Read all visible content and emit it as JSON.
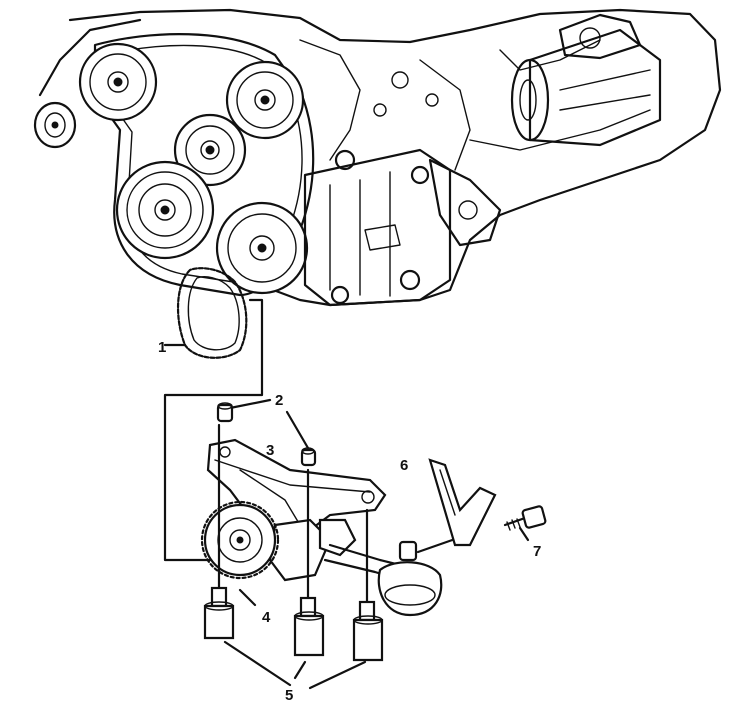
{
  "callouts": [
    {
      "id": "1",
      "label": "1"
    },
    {
      "id": "2",
      "label": "2"
    },
    {
      "id": "3",
      "label": "3"
    },
    {
      "id": "4",
      "label": "4"
    },
    {
      "id": "5",
      "label": "5"
    },
    {
      "id": "6",
      "label": "6"
    },
    {
      "id": "7",
      "label": "7"
    }
  ],
  "colors": {
    "ink": "#111111",
    "paper": "#ffffff"
  }
}
